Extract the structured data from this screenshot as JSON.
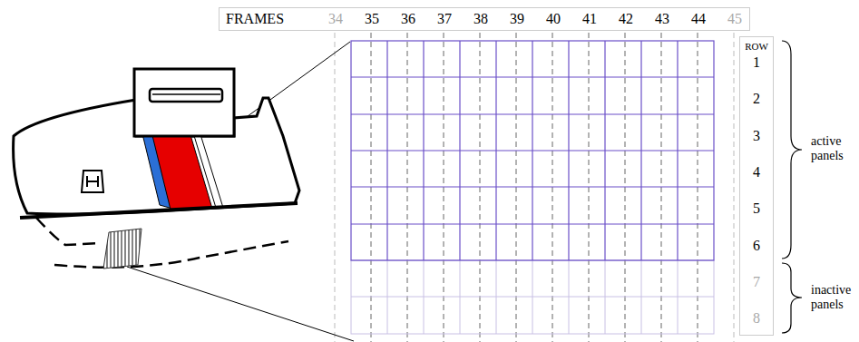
{
  "diagram": {
    "nodes": [
      {
        "text": [
          "FRAMES",
          "34",
          "35",
          "36",
          "37",
          "38",
          "39",
          "40",
          "41",
          "42",
          "43",
          "44",
          "45"
        ]
      },
      {
        "text": [
          "ROW",
          "1",
          "2",
          "3",
          "4",
          "5",
          "6",
          "7",
          "8"
        ]
      }
    ],
    "labels": [
      "active panels",
      "inactive panels"
    ]
  }
}
